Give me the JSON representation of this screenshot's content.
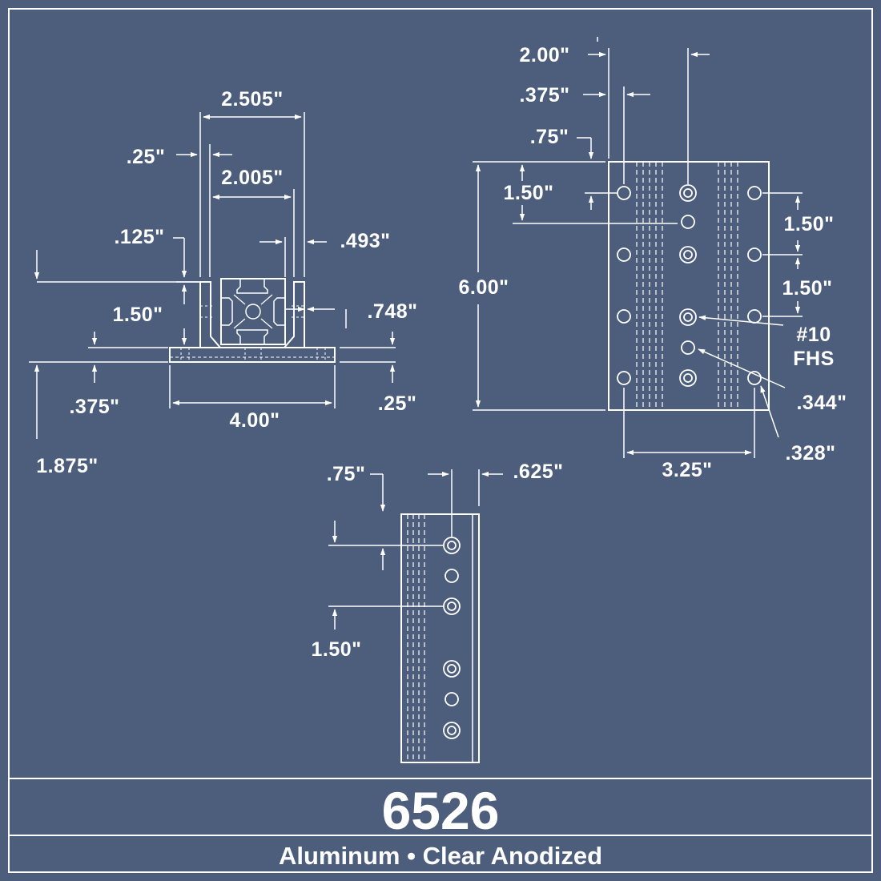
{
  "title_block": {
    "part_number": "6526",
    "finish": "Aluminum • Clear Anodized"
  },
  "colors": {
    "background": "#4d5e7c",
    "lines": "#ffffff"
  },
  "end_view": {
    "dims": {
      "overall_width": "2.505\"",
      "wall": ".25\"",
      "inner_width": "2.005\"",
      "lip": ".125\"",
      "offset_493": ".493\"",
      "profile_height": "1.50\"",
      "flange_748": ".748\"",
      "base_375": ".375\"",
      "base_thickness": ".25\"",
      "base_width": "4.00\"",
      "overall_height": "1.875\""
    }
  },
  "front_view": {
    "dims": {
      "top_2_00": "2.00\"",
      "top_375": ".375\"",
      "top_75": ".75\"",
      "left_1_50": "1.50\"",
      "height_6_00": "6.00\"",
      "right_1_50_a": "1.50\"",
      "right_1_50_b": "1.50\"",
      "screw_line1": "#10",
      "screw_line2": "FHS",
      "hole_344": ".344\"",
      "hole_328": ".328\"",
      "width_3_25": "3.25\""
    }
  },
  "side_view": {
    "dims": {
      "top_75": ".75\"",
      "top_625": ".625\"",
      "pitch_1_50": "1.50\""
    }
  }
}
